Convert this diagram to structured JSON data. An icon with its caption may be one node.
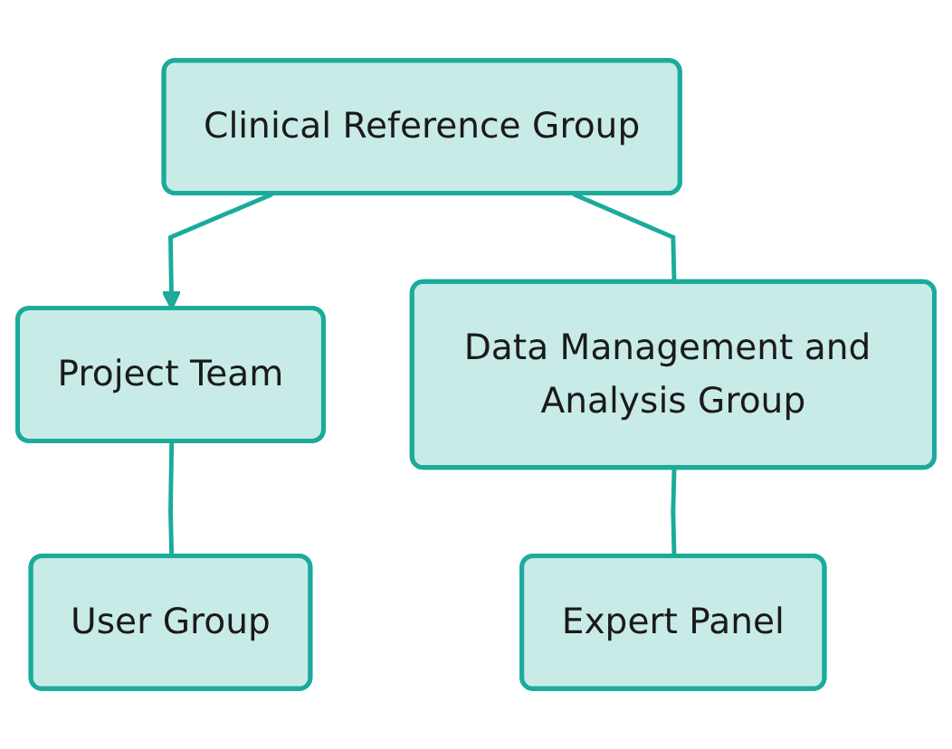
{
  "diagram": {
    "nodes": [
      {
        "text": [
          "Clinical Reference Group"
        ]
      },
      {
        "text": [
          "Project Team"
        ]
      },
      {
        "text": [
          "Data Management and Analysis Group"
        ]
      },
      {
        "text": [
          "User Group"
        ]
      },
      {
        "text": [
          "Expert Panel"
        ]
      }
    ],
    "edges": [
      {
        "from": 0,
        "to": 1,
        "arrow": "to"
      },
      {
        "from": 0,
        "to": 2,
        "arrow": "none"
      },
      {
        "from": 1,
        "to": 3,
        "arrow": "none"
      },
      {
        "from": 2,
        "to": 4,
        "arrow": "none"
      }
    ]
  }
}
